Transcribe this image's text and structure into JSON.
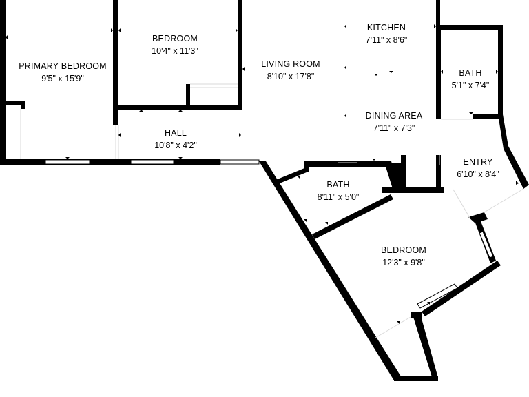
{
  "rooms": {
    "primary_bedroom": {
      "name": "PRIMARY BEDROOM",
      "dims": "9'5\" x 15'9\""
    },
    "bedroom_north": {
      "name": "BEDROOM",
      "dims": "10'4\" x 11'3\""
    },
    "living_room": {
      "name": "LIVING ROOM",
      "dims": "8'10\" x 17'8\""
    },
    "kitchen": {
      "name": "KITCHEN",
      "dims": "7'11\" x 8'6\""
    },
    "bath_east": {
      "name": "BATH",
      "dims": "5'1\" x 7'4\""
    },
    "dining_area": {
      "name": "DINING AREA",
      "dims": "7'11\" x 7'3\""
    },
    "hall": {
      "name": "HALL",
      "dims": "10'8\" x 4'2\""
    },
    "entry": {
      "name": "ENTRY",
      "dims": "6'10\" x 8'4\""
    },
    "bath_south": {
      "name": "BATH",
      "dims": "8'11\" x 5'0\""
    },
    "bedroom_south": {
      "name": "BEDROOM",
      "dims": "12'3\" x 9'8\""
    }
  },
  "colors": {
    "wall": "#000000",
    "background": "#ffffff"
  }
}
